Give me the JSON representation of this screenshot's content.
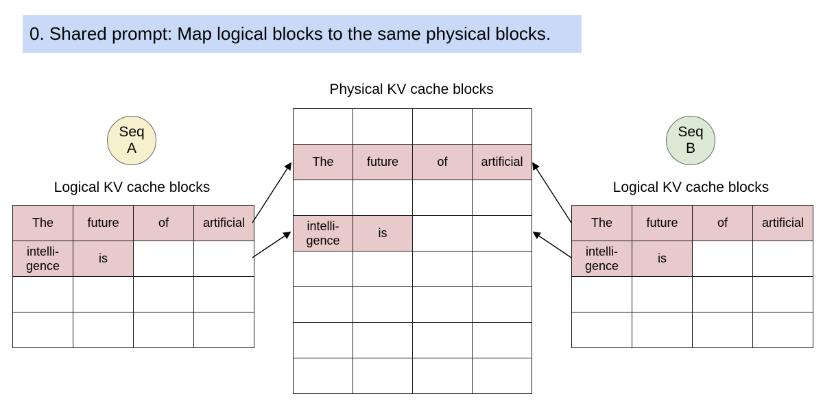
{
  "banner": {
    "text": "0. Shared prompt: Map logical blocks to the same physical blocks."
  },
  "colors": {
    "banner_bg": "#c9daf8",
    "cell_filled": "#e8caca",
    "seq_a_fill": "#f6f0cc",
    "seq_b_fill": "#dcead5",
    "table_border": "#1a1a1a",
    "circle_border": "#666666",
    "arrow": "#000000"
  },
  "physical_table": {
    "title": "Physical KV cache blocks",
    "rows": [
      [
        "",
        "",
        "",
        ""
      ],
      [
        "The",
        "future",
        "of",
        "artificial"
      ],
      [
        "",
        "",
        "",
        ""
      ],
      [
        "intelli-\ngence",
        "is",
        "",
        ""
      ],
      [
        "",
        "",
        "",
        ""
      ],
      [
        "",
        "",
        "",
        ""
      ],
      [
        "",
        "",
        "",
        ""
      ],
      [
        "",
        "",
        "",
        ""
      ]
    ]
  },
  "seq_a": {
    "badge_line1": "Seq",
    "badge_line2": "A",
    "table_title": "Logical KV cache blocks",
    "rows": [
      [
        "The",
        "future",
        "of",
        "artificial"
      ],
      [
        "intelli-\ngence",
        "is",
        "",
        ""
      ],
      [
        "",
        "",
        "",
        ""
      ],
      [
        "",
        "",
        "",
        ""
      ]
    ]
  },
  "seq_b": {
    "badge_line1": "Seq",
    "badge_line2": "B",
    "table_title": "Logical KV cache blocks",
    "rows": [
      [
        "The",
        "future",
        "of",
        "artificial"
      ],
      [
        "intelli-\ngence",
        "is",
        "",
        ""
      ],
      [
        "",
        "",
        "",
        ""
      ],
      [
        "",
        "",
        "",
        ""
      ]
    ]
  }
}
